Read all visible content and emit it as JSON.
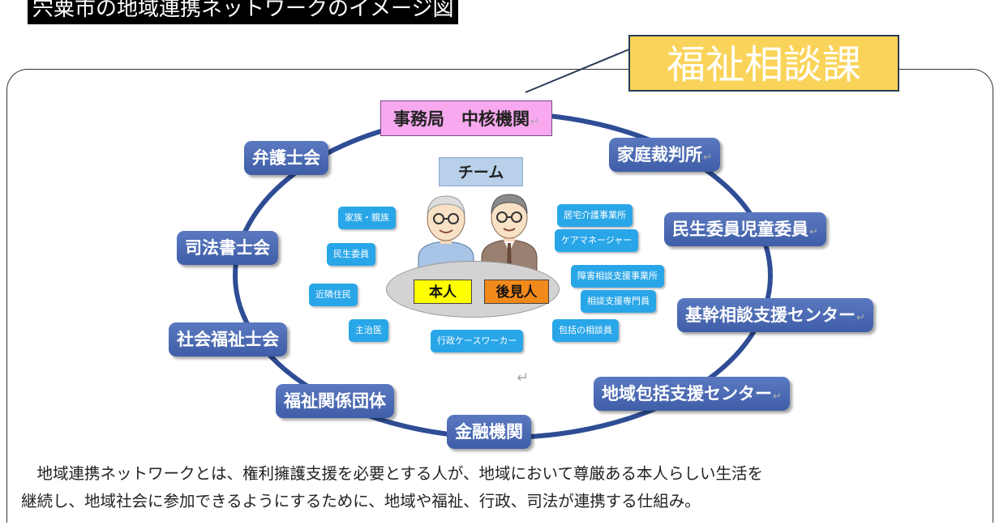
{
  "title": "宍粟市の地域連携ネットワークのイメージ図",
  "department": "福祉相談課",
  "secretariat": "事務局　中核機関",
  "team": "チーム",
  "center": {
    "principal": "本人",
    "guardian": "後見人"
  },
  "organizations": {
    "bengoshi": "弁護士会",
    "kateisaibansho": "家庭裁判所",
    "shihoshoshi": "司法書士会",
    "minsei_jido": "民生委員児童委員",
    "shakai_fukushishi": "社会福祉士会",
    "kikan_soudan": "基幹相談支援センター",
    "fukushi_dantai": "福祉関係団体",
    "chiiki_houkatsu": "地域包括支援センター",
    "kinyu": "金融機関"
  },
  "team_members": {
    "kazoku": "家族・親族",
    "minsei": "民生委員",
    "kinrin": "近隣住民",
    "shujii": "主治医",
    "gyosei_cw": "行政ケースワーカー",
    "kyotaku": "居宅介護事業所",
    "caremanager": "ケアマネージャー",
    "shogai_soudan": "障害相談支援事業所",
    "soudan_senmon": "相談支援専門員",
    "houkatsu_soudan": "包括の相談員"
  },
  "description": [
    "地域連携ネットワークとは、権利擁護支援を必要とする人が、地域において尊厳ある本人らしい生活を",
    "継続し、地域社会に参加できるようにするために、地域や福祉、行政、司法が連携する仕組み。"
  ],
  "return_mark": "↵",
  "colors": {
    "org_blue": "#3f5ea8",
    "member_blue": "#29a6e8",
    "secretariat_pink": "#f7a8ee",
    "department_yellow": "#fad45a",
    "principal_yellow": "#ffff00",
    "guardian_orange": "#f28a1b"
  }
}
